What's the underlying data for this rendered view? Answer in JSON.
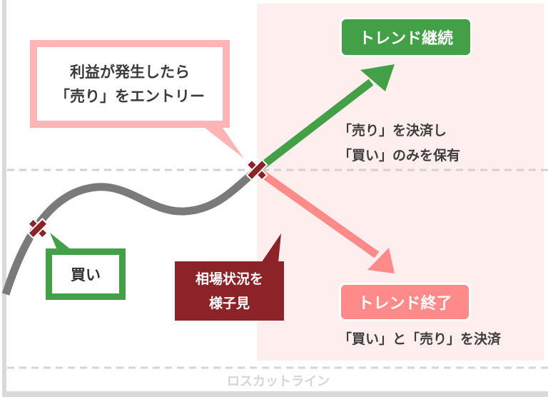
{
  "callout_entry": {
    "line1": "利益が発生したら",
    "line2": "「売り」をエントリー"
  },
  "buy_label": "買い",
  "watch_label": {
    "line1": "相場状況を",
    "line2": "様子見"
  },
  "trend_continue": {
    "label": "トレンド継続",
    "desc1": "「売り」を決済し",
    "desc2": "「買い」のみを保有"
  },
  "trend_end": {
    "label": "トレンド終了",
    "desc": "「買い」と「売り」を決済"
  },
  "losscut_label": "ロスカットライン",
  "colors": {
    "green": "#43a047",
    "pink": "#ff8a8a",
    "dark_red": "#8b2328",
    "callout_border": "#ffb5b5",
    "zone": "#ffeeee",
    "curve": "#7a7a7a"
  }
}
